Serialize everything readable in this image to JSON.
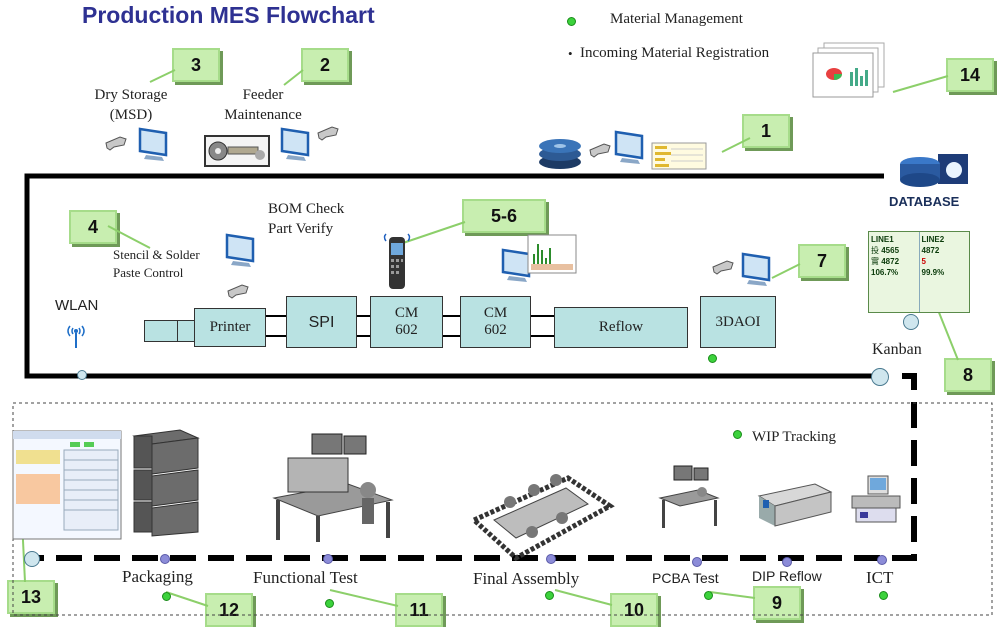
{
  "title": "Production MES Flowchart",
  "legend": {
    "material_management": "Material Management",
    "incoming_registration": "Incoming Material Registration"
  },
  "labels": {
    "dry_storage": [
      "Dry Storage",
      "(MSD)"
    ],
    "feeder_maintenance": [
      "Feeder",
      "Maintenance"
    ],
    "bom_check": [
      "BOM Check",
      "Part Verify"
    ],
    "stencil": [
      "Stencil & Solder",
      "Paste Control"
    ],
    "wlan": "WLAN",
    "database": "DATABASE",
    "kanban": "Kanban",
    "wip_tracking": "WIP Tracking"
  },
  "smt_line": {
    "printer": "Printer",
    "spi": "SPI",
    "cm1": [
      "CM",
      "602"
    ],
    "cm2": [
      "CM",
      "602"
    ],
    "reflow": "Reflow",
    "aoi": "3DAOI"
  },
  "lower_line": {
    "packaging": "Packaging",
    "functional_test": "Functional Test",
    "final_assembly": "Final Assembly",
    "pcba_test": "PCBA Test",
    "dip_reflow": "DIP Reflow",
    "ict": "ICT"
  },
  "callouts": [
    "1",
    "2",
    "3",
    "4",
    "5-6",
    "7",
    "8",
    "9",
    "10",
    "11",
    "12",
    "13",
    "14"
  ],
  "kanban_screen": {
    "left": {
      "header": "LINE1",
      "row1_label": "投",
      "row1": "4565",
      "row2_label": "實",
      "row2": "4872",
      "row3": "106.7%"
    },
    "right": {
      "header": "LINE2",
      "row1": "4872",
      "row2": "5",
      "row3": "99.9%"
    }
  },
  "colors": {
    "accent": "#2e3192",
    "callout": "#c8eeb0",
    "machine": "#b9e2e2"
  }
}
